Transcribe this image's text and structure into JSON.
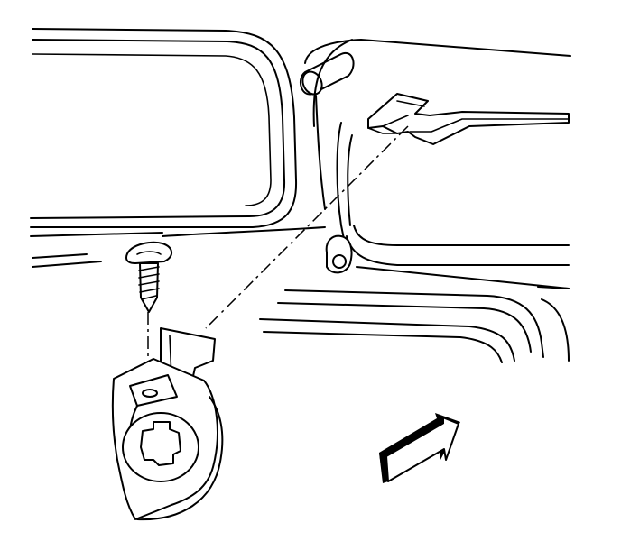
{
  "figure": {
    "kind": "service-manual-line-art",
    "stroke_color": "#000000",
    "background_color": "#ffffff",
    "parts": [
      "door-frame",
      "pivot-rod",
      "bracket-slot",
      "mount-grommet",
      "screw",
      "bracket",
      "hinge-piece",
      "direction-arrow"
    ]
  }
}
